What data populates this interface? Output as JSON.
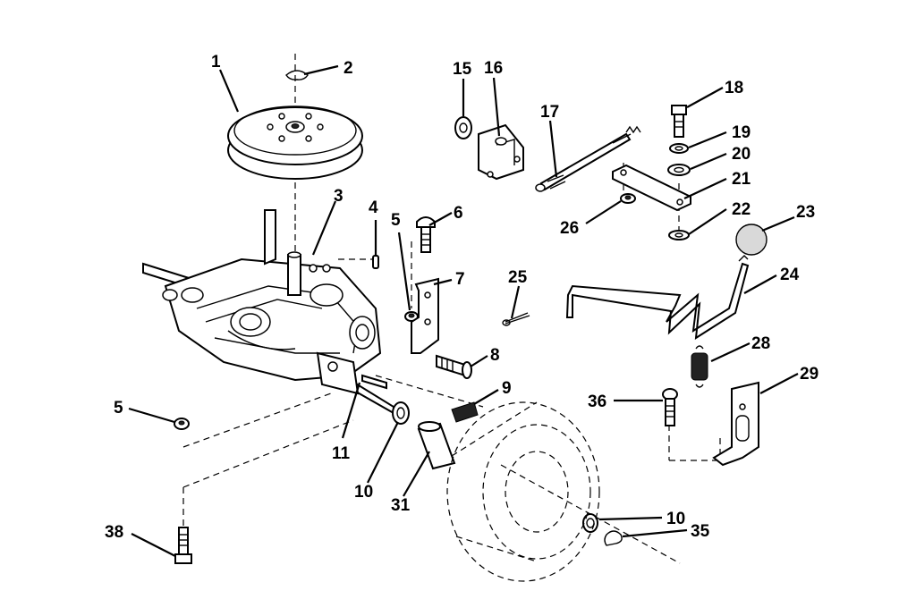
{
  "diagram": {
    "callouts": {
      "c1": "1",
      "c2": "2",
      "c3": "3",
      "c4": "4",
      "c5a": "5",
      "c5b": "5",
      "c6": "6",
      "c7": "7",
      "c8": "8",
      "c9": "9",
      "c10a": "10",
      "c10b": "10",
      "c11": "11",
      "c15": "15",
      "c16": "16",
      "c17": "17",
      "c18": "18",
      "c19": "19",
      "c20": "20",
      "c21": "21",
      "c22": "22",
      "c23": "23",
      "c24": "24",
      "c25": "25",
      "c26": "26",
      "c28": "28",
      "c29": "29",
      "c31": "31",
      "c35": "35",
      "c36": "36",
      "c38": "38"
    }
  }
}
